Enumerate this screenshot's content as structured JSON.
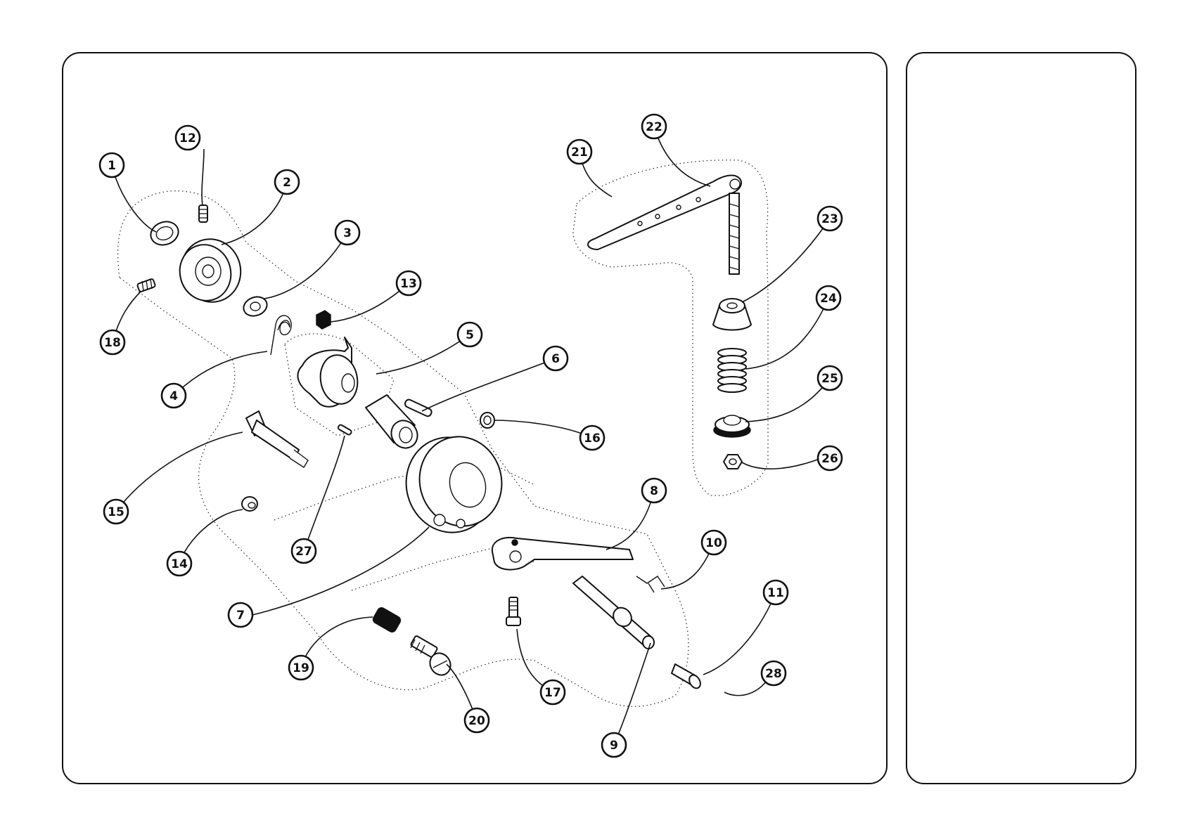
{
  "diagram": {
    "callouts": [
      {
        "label": "1"
      },
      {
        "label": "2"
      },
      {
        "label": "3"
      },
      {
        "label": "4"
      },
      {
        "label": "5"
      },
      {
        "label": "6"
      },
      {
        "label": "7"
      },
      {
        "label": "8"
      },
      {
        "label": "9"
      },
      {
        "label": "10"
      },
      {
        "label": "11"
      },
      {
        "label": "12"
      },
      {
        "label": "13"
      },
      {
        "label": "14"
      },
      {
        "label": "15"
      },
      {
        "label": "16"
      },
      {
        "label": "17"
      },
      {
        "label": "18"
      },
      {
        "label": "19"
      },
      {
        "label": "20"
      },
      {
        "label": "21"
      },
      {
        "label": "22"
      },
      {
        "label": "23"
      },
      {
        "label": "24"
      },
      {
        "label": "25"
      },
      {
        "label": "26"
      },
      {
        "label": "27"
      },
      {
        "label": "28"
      }
    ]
  },
  "side_panel": {}
}
